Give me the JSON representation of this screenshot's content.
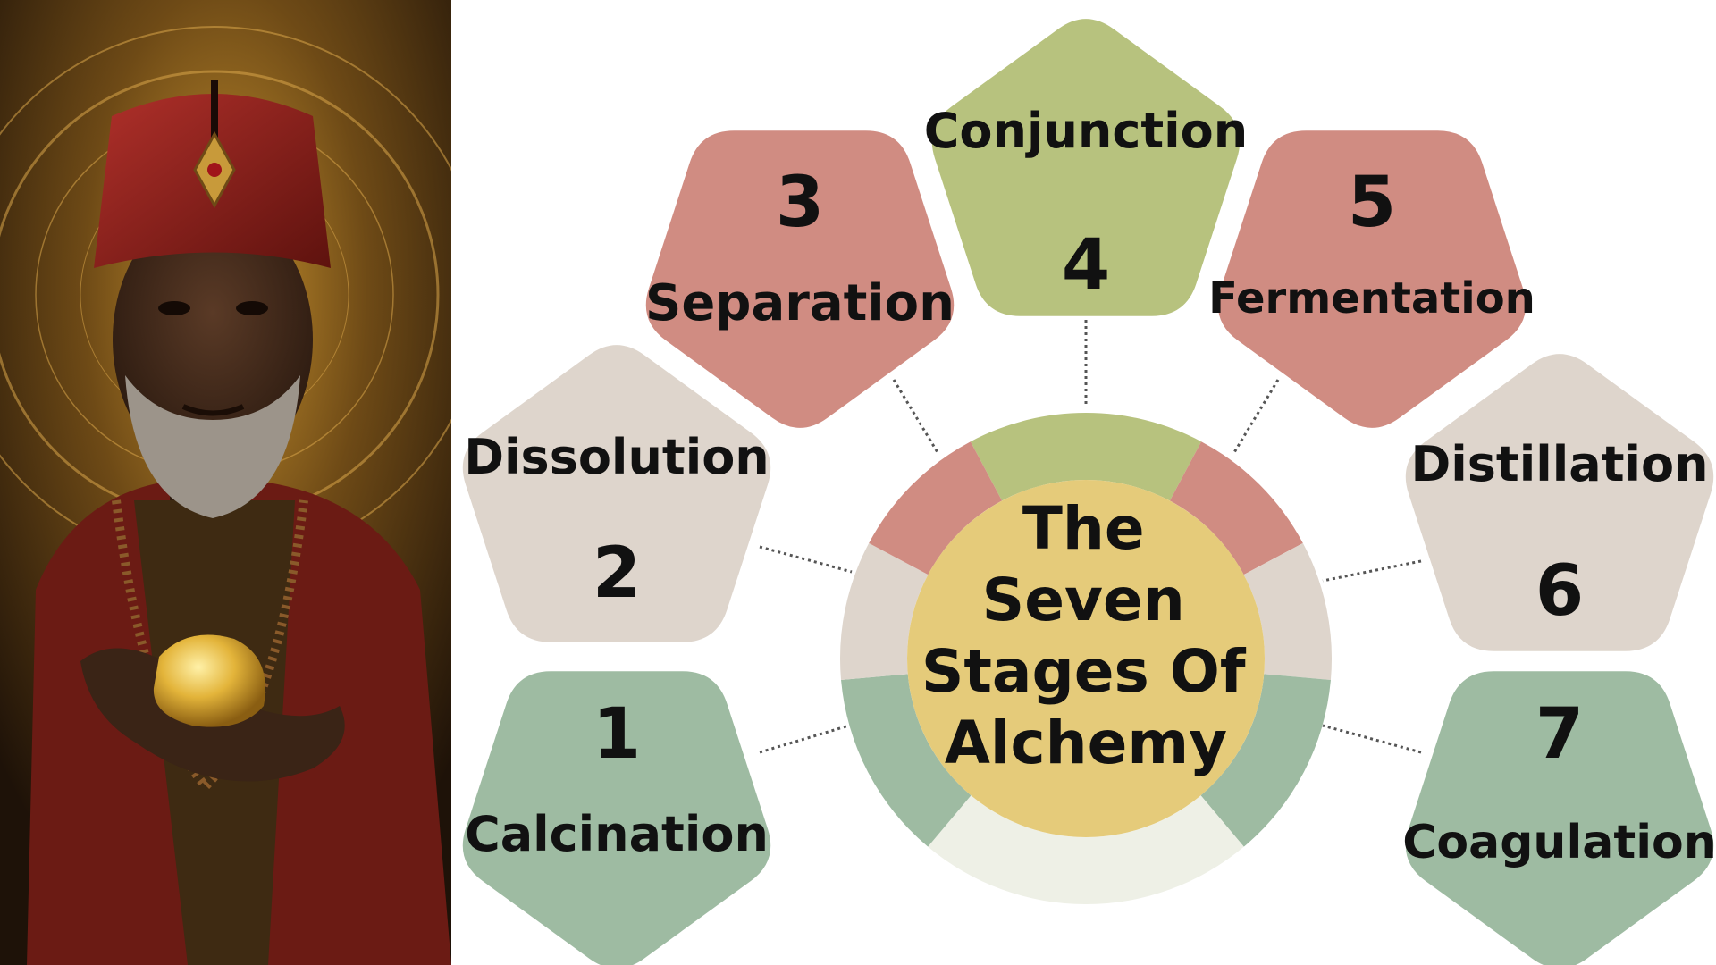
{
  "center": {
    "lines": [
      "The",
      "Seven",
      "Stages Of",
      "Alchemy"
    ],
    "color": "#E5CB7A"
  },
  "colors": {
    "rose": "#D08C82",
    "olive": "#B7C27E",
    "beige": "#DED5CC",
    "sage": "#9EBBA2",
    "pale": "#EEF0E6",
    "connector": "#555555"
  },
  "stages": [
    {
      "number": "1",
      "name": "Calcination"
    },
    {
      "number": "2",
      "name": "Dissolution"
    },
    {
      "number": "3",
      "name": "Separation"
    },
    {
      "number": "4",
      "name": "Conjunction"
    },
    {
      "number": "5",
      "name": "Fermentation"
    },
    {
      "number": "6",
      "name": "Distillation"
    },
    {
      "number": "7",
      "name": "Coagulation"
    }
  ],
  "portrait": {
    "icon": "alchemist-holding-gold-nugget",
    "hat_color": "#8E1F1A",
    "robe_color": "#7A1E18",
    "gold_color": "#E0B23A",
    "background_color": "#2A1A0A"
  }
}
